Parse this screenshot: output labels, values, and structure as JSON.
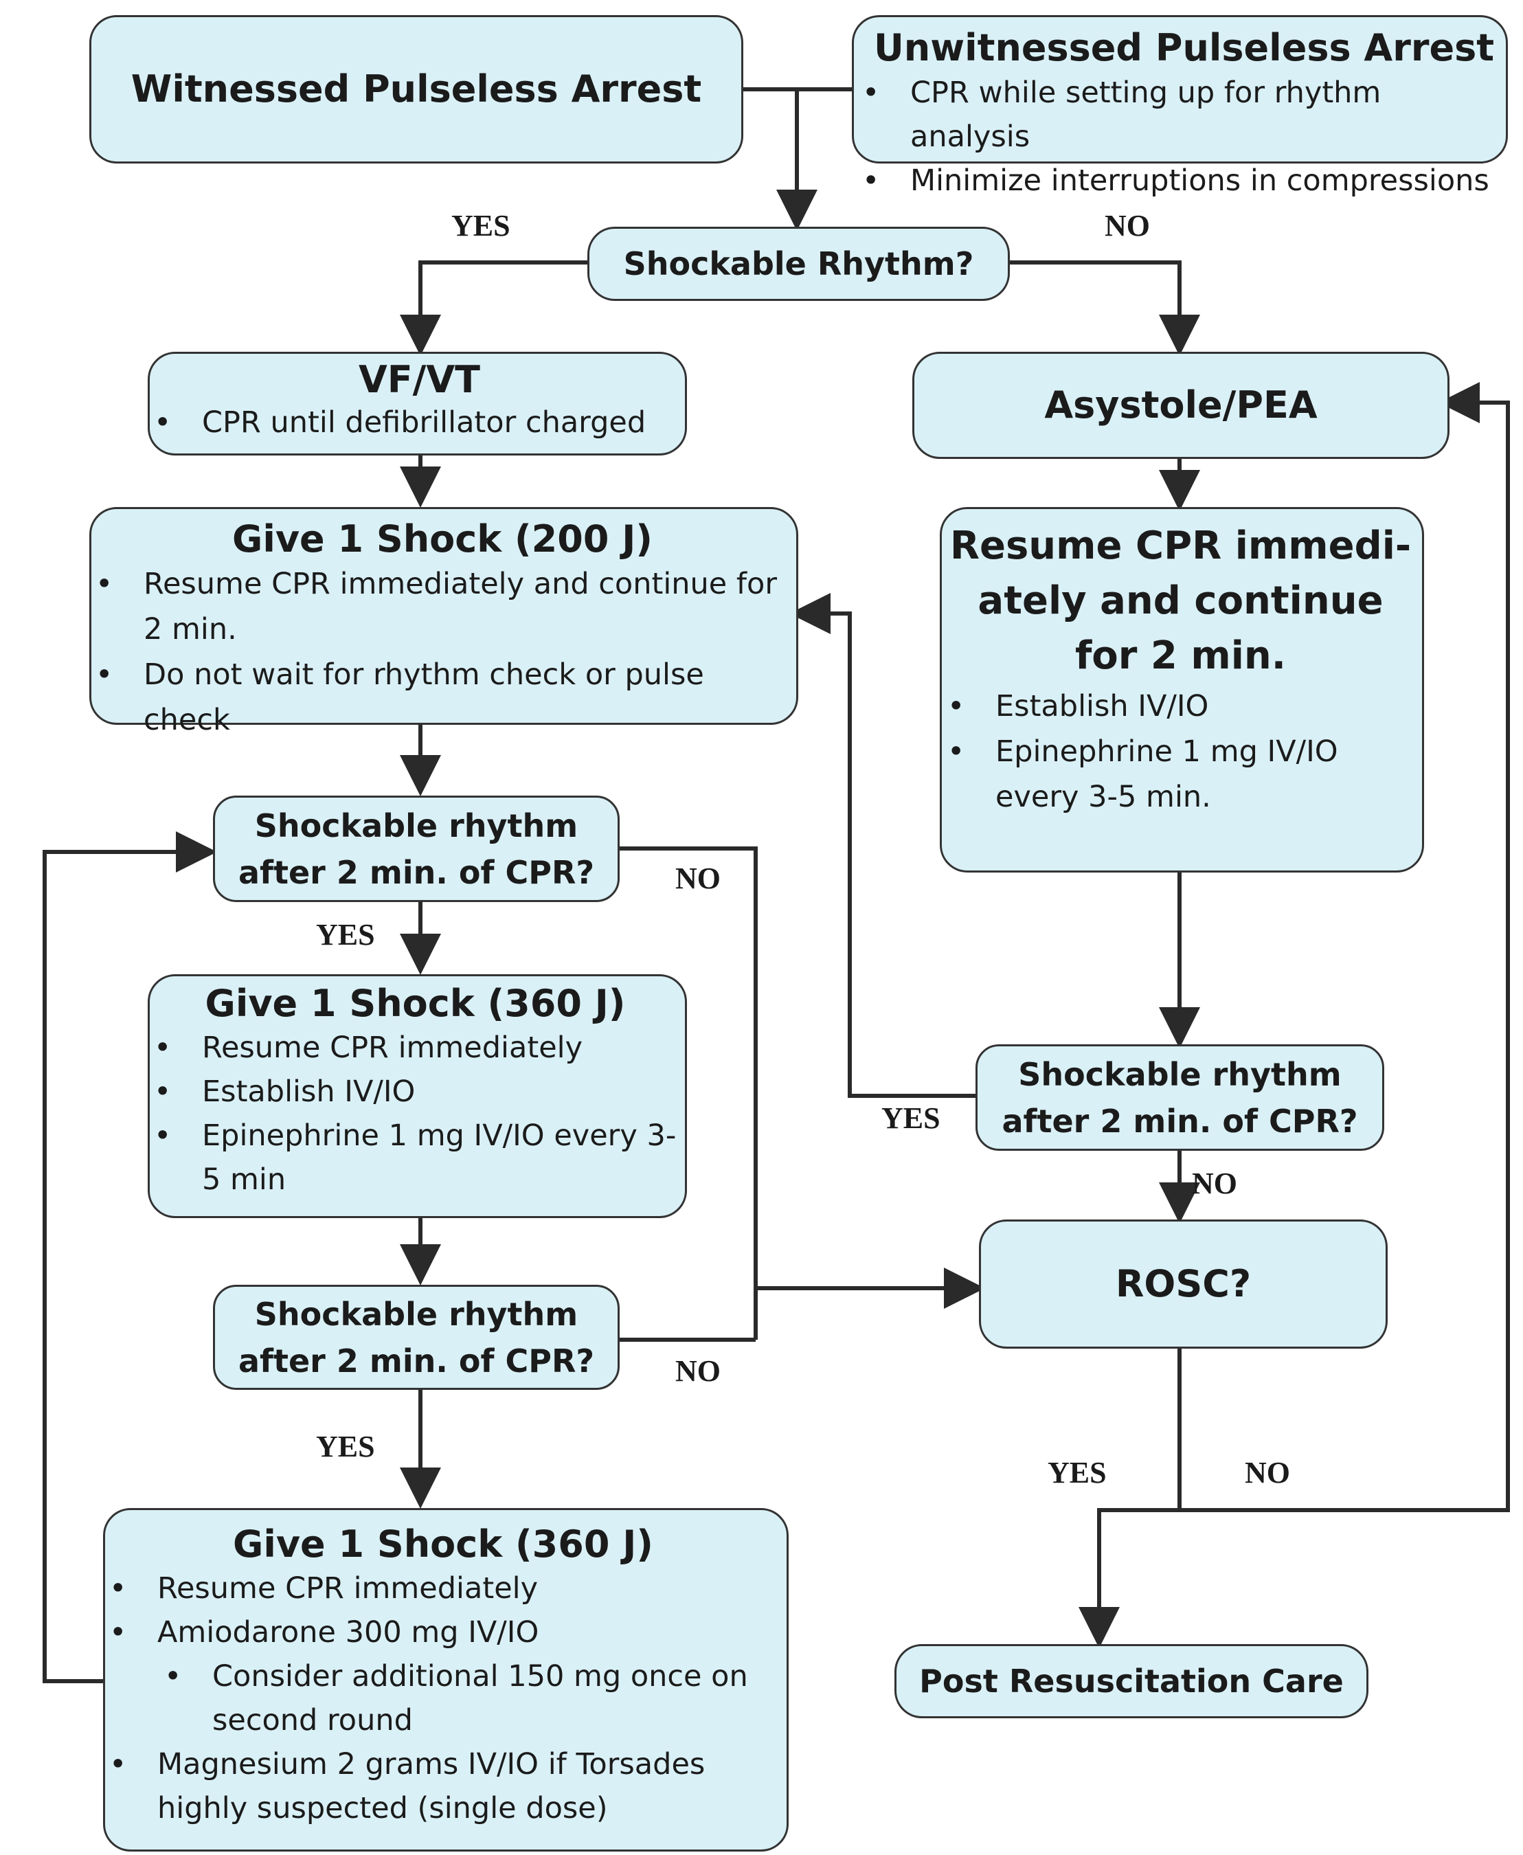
{
  "witnessed": {
    "title": "Witnessed Pulseless Arrest"
  },
  "unwitnessed": {
    "title": "Unwitnessed Pulseless Arrest",
    "items": [
      "CPR while setting up for rhythm analysis",
      "Minimize interruptions in compressions"
    ]
  },
  "shockable_q": {
    "title": "Shockable Rhythm?"
  },
  "vfvt": {
    "title": "VF/VT",
    "items": [
      "CPR until defibrillator charged"
    ]
  },
  "asystole": {
    "title": "Asystole/PEA"
  },
  "shock1": {
    "title": "Give 1 Shock (200 J)",
    "items": [
      "Resume CPR immediately and continue for 2 min.",
      "Do not wait for rhythm check or pulse check"
    ]
  },
  "resume": {
    "title": "Resume CPR immedi-ately and continue for 2 min.",
    "items": [
      "Establish IV/IO",
      "Epinephrine 1 mg IV/IO every 3-5 min."
    ]
  },
  "check1": {
    "title": "Shockable rhythm after 2 min. of CPR?"
  },
  "shock2": {
    "title": "Give 1 Shock (360 J)",
    "items": [
      "Resume CPR immediately",
      "Establish IV/IO",
      "Epinephrine 1 mg IV/IO every 3-5 min"
    ]
  },
  "check_right": {
    "title": "Shockable rhythm after 2 min. of CPR?"
  },
  "rosc": {
    "title": "ROSC?"
  },
  "check2": {
    "title": "Shockable rhythm after 2 min. of CPR?"
  },
  "shock3": {
    "title": "Give 1 Shock (360 J)",
    "items": [
      "Resume CPR immediately",
      "Amiodarone 300 mg IV/IO",
      "Consider additional 150 mg once on second round",
      "Magnesium 2 grams IV/IO if Torsades highly suspected (single dose)"
    ]
  },
  "post": {
    "title": "Post Resuscitation Care"
  },
  "labels": {
    "yes": "YES",
    "no": "NO"
  }
}
